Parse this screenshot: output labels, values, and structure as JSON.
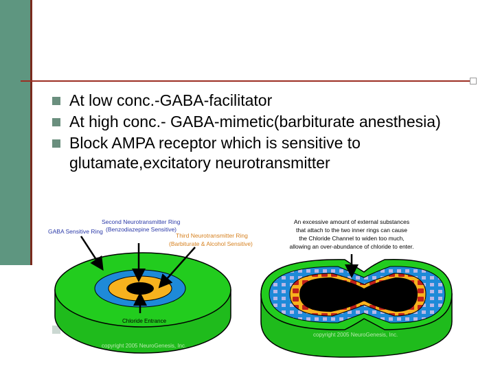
{
  "bullets": [
    {
      "text": "At low conc.-GABA-facilitator"
    },
    {
      "text": "At high conc.- GABA-mimetic(barbiturate anesthesia)"
    },
    {
      "text": "Block AMPA receptor which is sensitive to glutamate,excitatory neurotransmitter"
    }
  ],
  "figure_left": {
    "label_gaba": "GABA Sensitive Ring",
    "label_second_1": "Second Neurotransmitter Ring",
    "label_second_2": "(Benzodiazepine Sensitive)",
    "label_third_1": "Third Neurotransmitter Ring",
    "label_third_2": "(Barbiturate & Alcohol Sensitive)",
    "label_chloride": "Chloride Entrance",
    "copyright": "copyright 2005 NeuroGenesis, Inc."
  },
  "figure_right": {
    "caption_1": "An excessive amount of external substances",
    "caption_2": "that attach to the two inner rings can cause",
    "caption_3": "the Chloride Channel to widen too much,",
    "caption_4": "allowing an over-abundance of chloride to enter.",
    "copyright": "copyright 2005 NeuroGenesis, Inc."
  },
  "colors": {
    "accent_green": "#5e9680",
    "rule_red": "#9c2e22",
    "ring_green": "#22cc1e",
    "ring_blue": "#1e8ad8",
    "ring_yellow": "#f7b21e",
    "label_blue": "#2a39a8",
    "label_orange": "#d6801e"
  }
}
